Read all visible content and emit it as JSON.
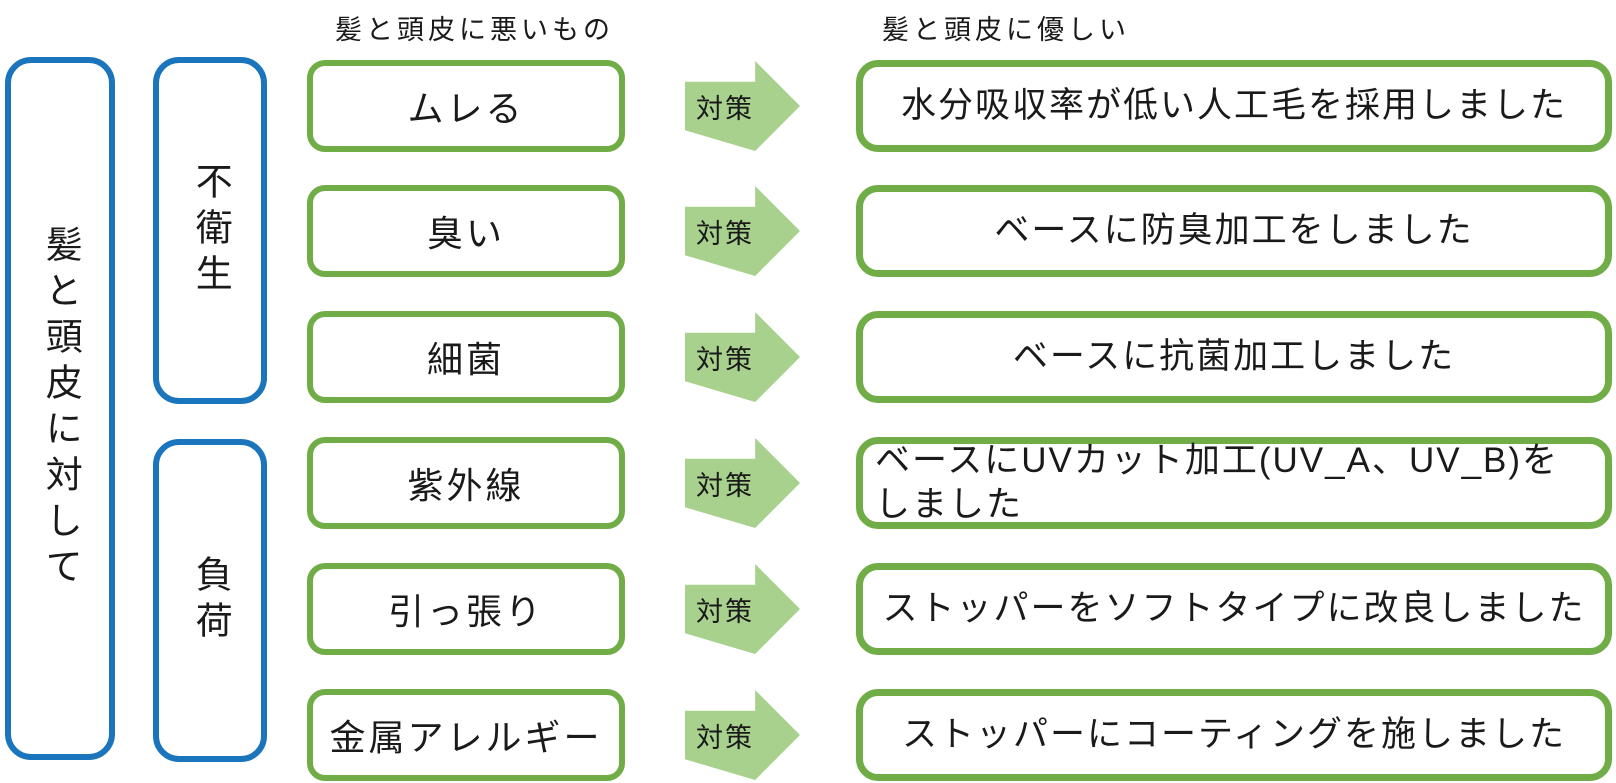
{
  "palette": {
    "blue_border": "#1b75bc",
    "green_border": "#70ad47",
    "arrow_fill": "#a9d18e",
    "text": "#1a1a1a",
    "background": "#ffffff"
  },
  "headers": {
    "bad": "髪と頭皮に悪いもの",
    "good": "髪と頭皮に優しい"
  },
  "root": {
    "label": "髪と頭皮に対して"
  },
  "categories": [
    {
      "label": "不衛生"
    },
    {
      "label": "負荷"
    }
  ],
  "arrow_label": "対策",
  "rows": [
    {
      "problem": "ムレる",
      "solution": "水分吸収率が低い人工毛を採用しました"
    },
    {
      "problem": "臭い",
      "solution": "ベースに防臭加工をしました"
    },
    {
      "problem": "細菌",
      "solution": "ベースに抗菌加工しました"
    },
    {
      "problem": "紫外線",
      "solution": "ベースにUVカット加工(UV_A、UV_B)をしました"
    },
    {
      "problem": "引っ張り",
      "solution": "ストッパーをソフトタイプに改良しました"
    },
    {
      "problem": "金属アレルギー",
      "solution": "ストッパーにコーティングを施しました"
    }
  ]
}
